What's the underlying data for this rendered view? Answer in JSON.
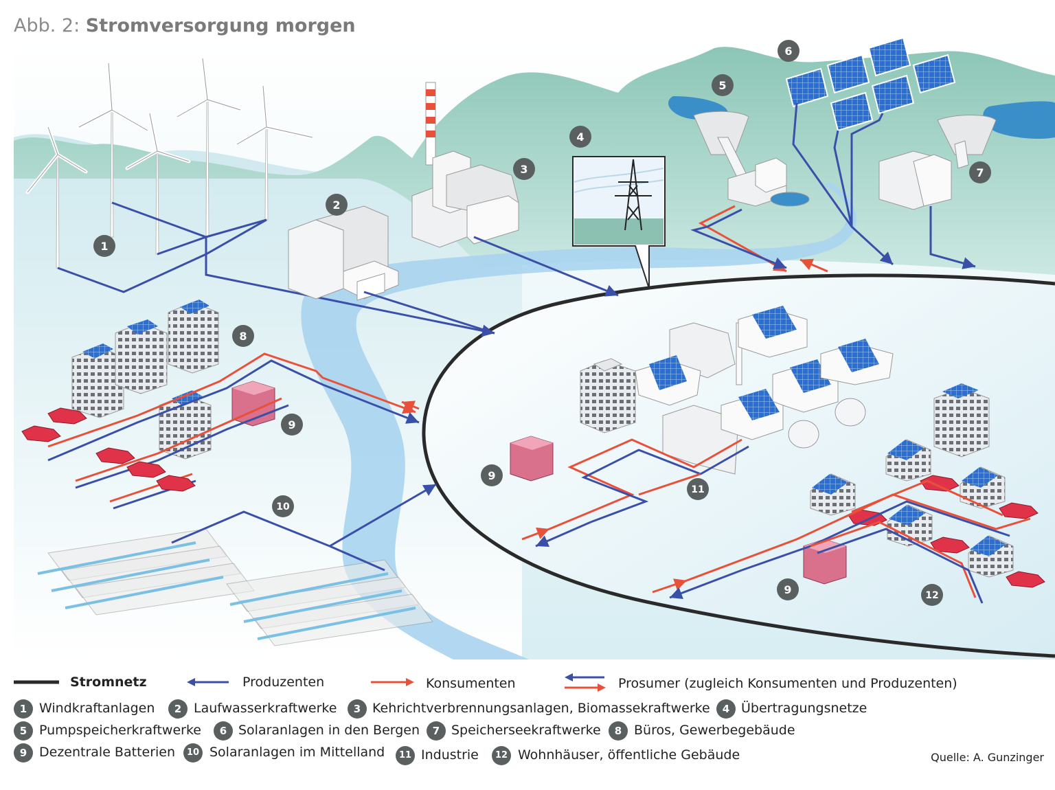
{
  "title": {
    "prefix": "Abb. 2:",
    "main": "Stromversorgung morgen"
  },
  "legend": {
    "grid": "Stromnetz",
    "producers": "Produzenten",
    "consumers": "Konsumenten",
    "prosumer": "Prosumer (zugleich Konsumenten und Produzenten)"
  },
  "markers": {
    "m1": "1",
    "m2": "2",
    "m3": "3",
    "m4": "4",
    "m5": "5",
    "m6": "6",
    "m7": "7",
    "m8": "8",
    "m9": "9",
    "m10": "10",
    "m11": "11",
    "m12": "12"
  },
  "key": [
    {
      "num": "1",
      "label": "Windkraftanlagen"
    },
    {
      "num": "2",
      "label": "Laufwasserkraftwerke"
    },
    {
      "num": "3",
      "label": "Kehrichtverbrennungsanlagen, Biomassekraftwerke"
    },
    {
      "num": "4",
      "label": "Übertragungsnetze"
    },
    {
      "num": "5",
      "label": "Pumpspeicherkraftwerke"
    },
    {
      "num": "6",
      "label": "Solaranlagen in den Bergen"
    },
    {
      "num": "7",
      "label": "Speicherseekraftwerke"
    },
    {
      "num": "8",
      "label": "Büros, Gewerbegebäude"
    },
    {
      "num": "9",
      "label": "Dezentrale Batterien"
    },
    {
      "num": "10",
      "label": "Solaranlagen im Mittelland"
    },
    {
      "num": "11",
      "label": "Industrie"
    },
    {
      "num": "12",
      "label": "Wohnhäuser, öffentliche Gebäude"
    }
  ],
  "source": "Quelle: A. Gunzinger",
  "colors": {
    "producer": "#3a4fa8",
    "consumer": "#e8503a",
    "grid": "#2a2a2a",
    "river": "#a8d4ee",
    "mountain": "#a9d3c6",
    "marker": "#5a6060",
    "battery": "#d9708c",
    "car": "#e0334a",
    "solar": "#2a6fd1"
  }
}
